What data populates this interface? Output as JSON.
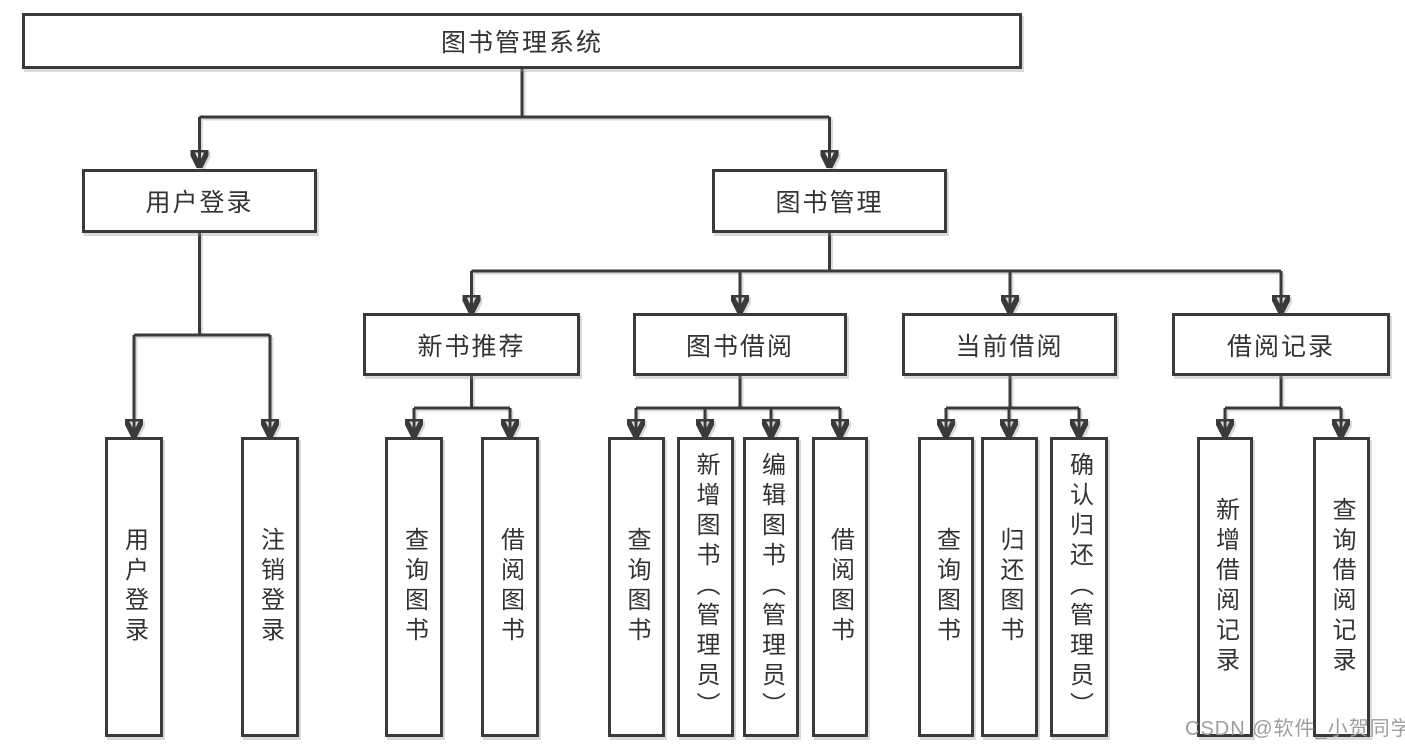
{
  "diagram": {
    "root": {
      "label": "图书管理系统"
    },
    "level2": [
      {
        "label": "用户登录"
      },
      {
        "label": "图书管理"
      }
    ],
    "level3": [
      {
        "label": "新书推荐"
      },
      {
        "label": "图书借阅"
      },
      {
        "label": "当前借阅"
      },
      {
        "label": "借阅记录"
      }
    ],
    "leaves": [
      {
        "label": "用户登录"
      },
      {
        "label": "注销登录"
      },
      {
        "label": "查询图书"
      },
      {
        "label": "借阅图书"
      },
      {
        "label": "查询图书"
      },
      {
        "label": "新增图书（管理员）"
      },
      {
        "label": "编辑图书（管理员）"
      },
      {
        "label": "借阅图书"
      },
      {
        "label": "查询图书"
      },
      {
        "label": "归还图书"
      },
      {
        "label": "确认归还（管理员）"
      },
      {
        "label": "新增借阅记录"
      },
      {
        "label": "查询借阅记录"
      }
    ]
  },
  "watermark": {
    "text": "CSDN @软件_小贺同学"
  },
  "colors": {
    "line": "#3a3a3a",
    "text": "#333333",
    "watermark": "#9e9e9e",
    "bg": "#ffffff"
  }
}
